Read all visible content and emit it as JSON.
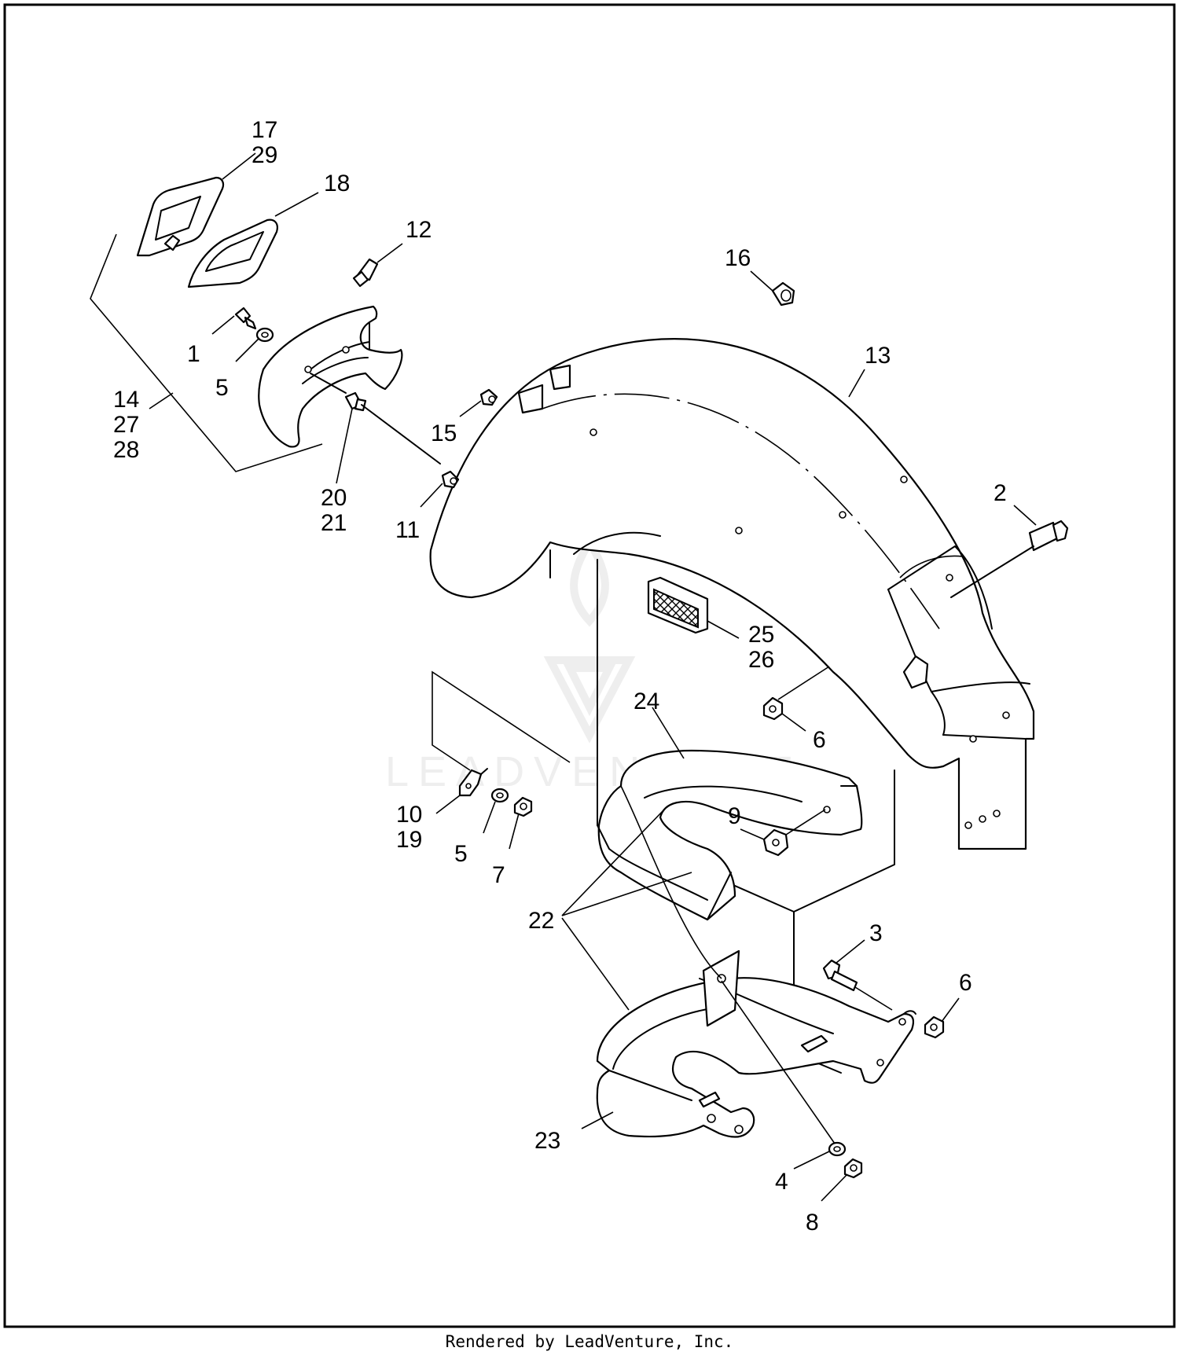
{
  "diagram": {
    "callouts": {
      "c17": "17",
      "c29": "29",
      "c18": "18",
      "c12": "12",
      "c16": "16",
      "c1": "1",
      "c5a": "5",
      "c13": "13",
      "c14": "14",
      "c27": "27",
      "c28": "28",
      "c15": "15",
      "c20": "20",
      "c21": "21",
      "c11": "11",
      "c2": "2",
      "c25": "25",
      "c26": "26",
      "c24": "24",
      "c6a": "6",
      "c9": "9",
      "c10": "10",
      "c19": "19",
      "c5b": "5",
      "c7": "7",
      "c22": "22",
      "c3": "3",
      "c6b": "6",
      "c23": "23",
      "c4": "4",
      "c8": "8"
    },
    "watermark": "LEADVENTURE"
  },
  "footer": {
    "text": "Rendered by LeadVenture, Inc."
  }
}
